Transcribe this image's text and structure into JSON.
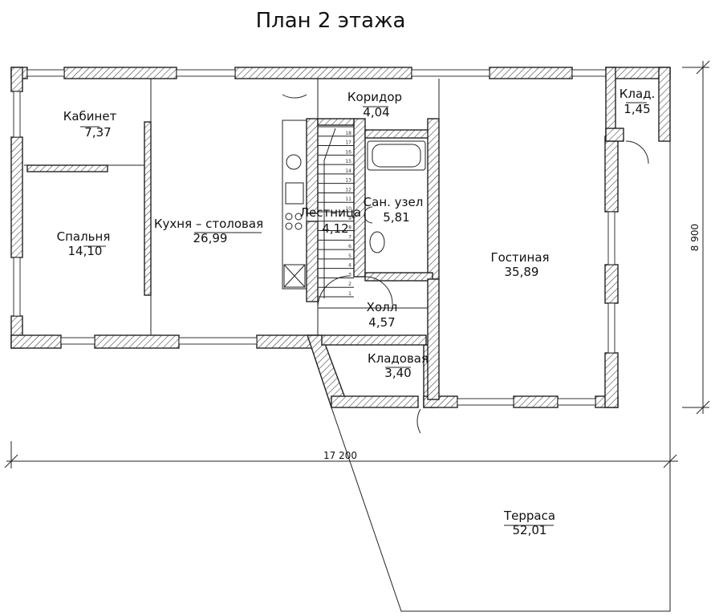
{
  "title": "План 2 этажа",
  "rooms": [
    {
      "name": "Кабинет",
      "area": "7,37"
    },
    {
      "name": "Спальня",
      "area": "14,10"
    },
    {
      "name": "Кухня – столовая",
      "area": "26,99"
    },
    {
      "name": "Коридор",
      "area": "4,04"
    },
    {
      "name": "Лестница",
      "area": "4,12"
    },
    {
      "name": "Сан. узел",
      "area": "5,81"
    },
    {
      "name": "Холл",
      "area": "4,57"
    },
    {
      "name": "Кладовая",
      "area": "3,40"
    },
    {
      "name": "Гостиная",
      "area": "35,89"
    },
    {
      "name": "Клад.",
      "area": "1,45"
    },
    {
      "name": "Терраса",
      "area": "52,01"
    }
  ],
  "dimensions": {
    "width": "17 200",
    "depth": "8 900"
  },
  "stair_steps": [
    "1",
    "2",
    "3",
    "4",
    "5",
    "6",
    "7",
    "8",
    "9",
    "10",
    "11",
    "12",
    "13",
    "14",
    "15",
    "16",
    "17",
    "18"
  ]
}
